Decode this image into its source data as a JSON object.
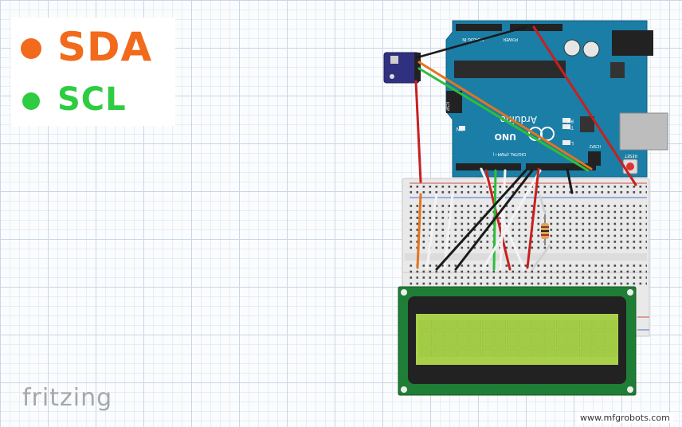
{
  "legend": [
    {
      "label": "SDA",
      "color": "#f26a1b"
    },
    {
      "label": "SCL",
      "color": "#2ecc40"
    }
  ],
  "brand": "fritzing",
  "watermark": "www.mfgrobots.com",
  "board": {
    "name": "Arduino",
    "model": "UNO",
    "reset_label": "RESET",
    "icsp_label": "ICSP",
    "icsp2_label": "ICSP2",
    "on_label": "ON",
    "tx_label": "TX",
    "rx_label": "RX",
    "l_label": "L",
    "power_label": "POWER",
    "analog_label": "ANALOG IN",
    "digital_label": "DIGITAL (PWM~)"
  },
  "colors": {
    "board": "#1a7ea6",
    "lcd_pcb": "#1e7e35",
    "lcd_screen": "#a9d04a",
    "wire_red": "#c8201e",
    "wire_black": "#1a1a1a",
    "wire_white": "#f4f4f4",
    "wire_green": "#2ebd3b",
    "wire_orange": "#e4741f",
    "sensor": "#303080"
  }
}
